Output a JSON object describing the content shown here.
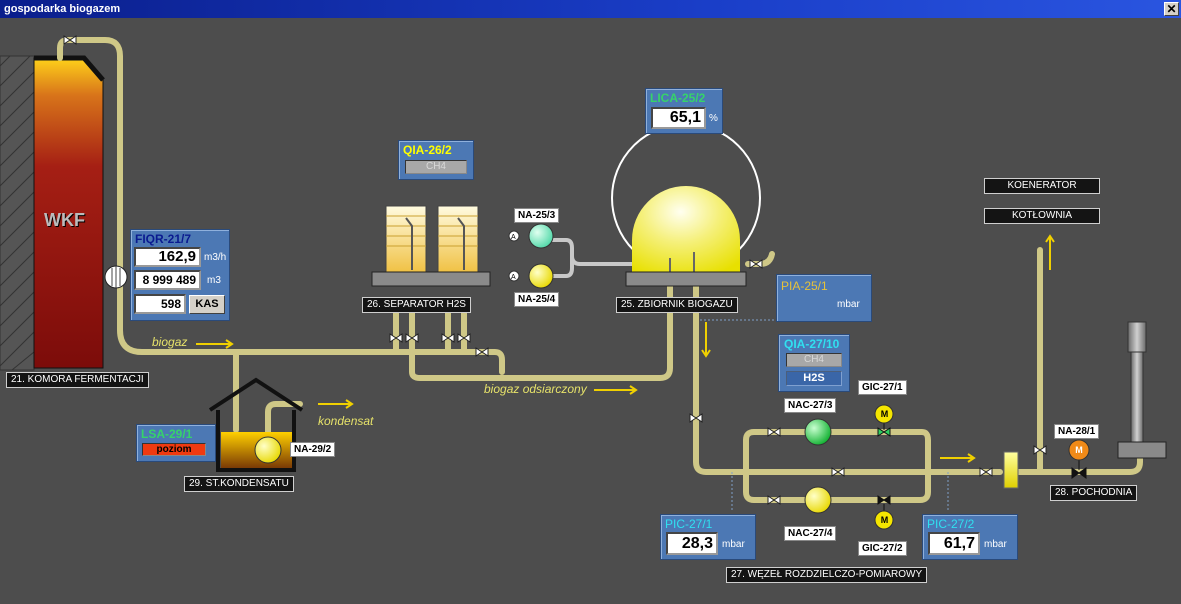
{
  "window": {
    "title": "gospodarka biogazem",
    "close_label": "✕"
  },
  "labels": {
    "komora": "21. KOMORA FERMENTACJI",
    "kondensat_st": "29. ST.KONDENSATU",
    "separator": "26. SEPARATOR H2S",
    "zbiornik": "25. ZBIORNIK BIOGAZU",
    "wezel": "27. WĘZEŁ ROZDZIELCZO-POMIAROWY",
    "pochodnia": "28. POCHODNIA",
    "koenerator": "KOENERATOR",
    "kotlownia": "KOTŁOWNIA"
  },
  "wkf": "WKF",
  "flows": {
    "biogaz": "biogaz",
    "odsiarczony": "biogaz odsiarczony",
    "kondensat": "kondensat"
  },
  "tags": {
    "na25_3": "NA-25/3",
    "na25_4": "NA-25/4",
    "na29_2": "NA-29/2",
    "nac27_3": "NAC-27/3",
    "nac27_4": "NAC-27/4",
    "gic27_1": "GIC-27/1",
    "gic27_2": "GIC-27/2",
    "na28_1": "NA-28/1"
  },
  "fiqr": {
    "title": "FIQR-21/7",
    "flow": "162,9",
    "flow_unit": "m3/h",
    "total": "8 999 489",
    "total_unit": "m3",
    "counter": "598",
    "kas": "KAS"
  },
  "qia26": {
    "title": "QIA-26/2",
    "sub": "CH4"
  },
  "lica": {
    "title": "LICA-25/2",
    "value": "65,1",
    "unit": "%"
  },
  "pia": {
    "title": "PIA-25/1",
    "unit": "mbar"
  },
  "qia27": {
    "title": "QIA-27/10",
    "ch4": "CH4",
    "h2s": "H2S"
  },
  "lsa": {
    "title": "LSA-29/1",
    "status": "poziom"
  },
  "pic1": {
    "title": "PIC-27/1",
    "value": "28,3",
    "unit": "mbar"
  },
  "pic2": {
    "title": "PIC-27/2",
    "value": "61,7",
    "unit": "mbar"
  },
  "motor_letter": "M",
  "colors": {
    "pipe": "#cfc887",
    "background": "#4d4d4d",
    "yellow_tag": "#ffff00",
    "green_tag": "#36d36a",
    "cyan_tag": "#30e0f0"
  }
}
